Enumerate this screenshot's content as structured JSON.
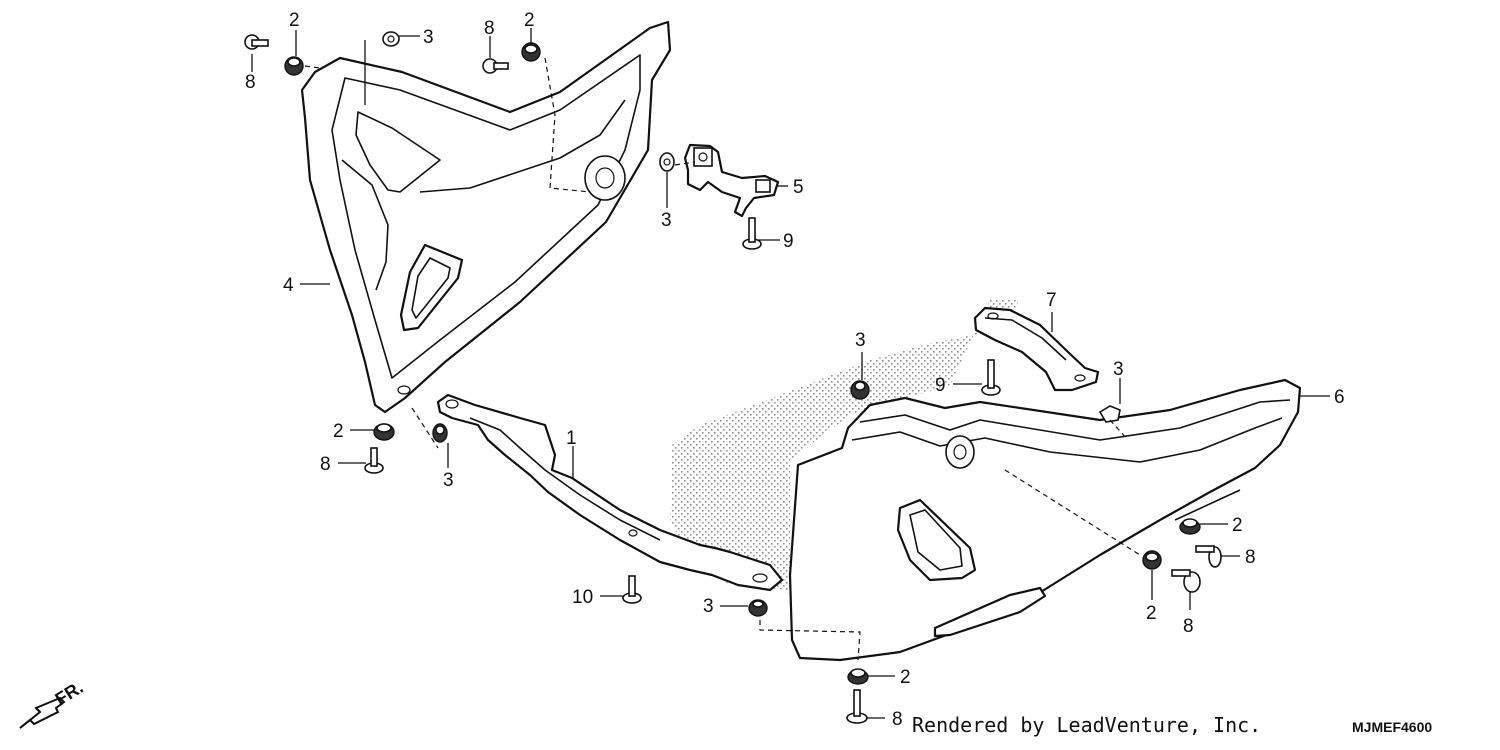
{
  "callouts": {
    "c1": "1",
    "c2a": "2",
    "c2b": "2",
    "c2c": "2",
    "c2d": "2",
    "c2e": "2",
    "c2f": "2",
    "c3a": "3",
    "c3b": "3",
    "c3c": "3",
    "c3d": "3",
    "c3e": "3",
    "c3f": "3",
    "c4": "4",
    "c5": "5",
    "c6": "6",
    "c7": "7",
    "c8a": "8",
    "c8b": "8",
    "c8c": "8",
    "c8d": "8",
    "c8e": "8",
    "c8f": "8",
    "c9a": "9",
    "c9b": "9",
    "c10": "10"
  },
  "direction_label": "FR.",
  "footer": {
    "credit": "Rendered by LeadVenture, Inc.",
    "diagram_code": "MJMEF4600"
  },
  "icons": [
    "direction-arrow-icon"
  ],
  "colors": {
    "line": "#111111",
    "background": "#ffffff",
    "stipple": "#9a9a9a"
  }
}
